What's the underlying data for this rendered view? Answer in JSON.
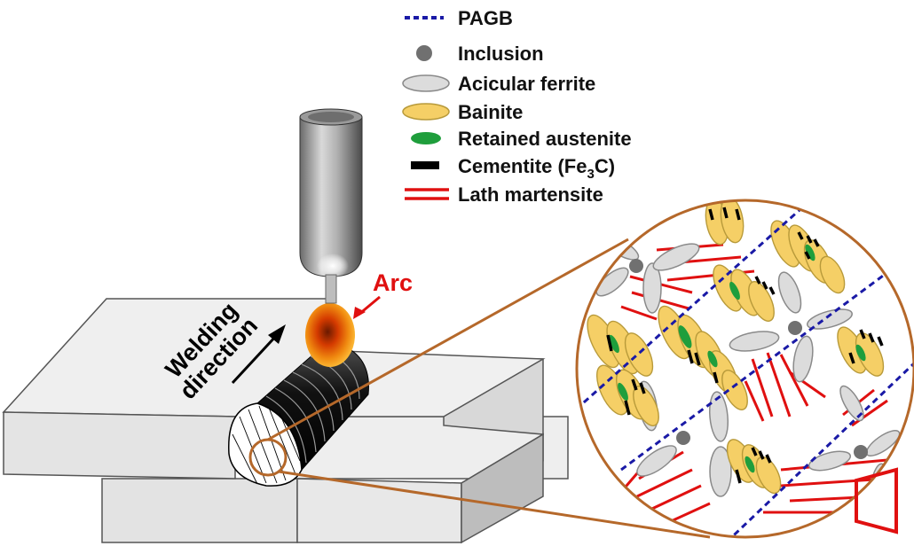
{
  "legend": [
    {
      "key": "pagb",
      "label": "PAGB"
    },
    {
      "key": "inclusion",
      "label": "Inclusion"
    },
    {
      "key": "acicular",
      "label": "Acicular ferrite"
    },
    {
      "key": "bainite",
      "label": "Bainite"
    },
    {
      "key": "retained",
      "label": "Retained austenite"
    },
    {
      "key": "cementite",
      "label": "Cementite (Fe",
      "sub": "3",
      "tail": "C)"
    },
    {
      "key": "lath",
      "label": "Lath martensite"
    }
  ],
  "annotations": {
    "arc": "Arc",
    "welding_line1": "Welding",
    "welding_line2": "direction"
  },
  "colors": {
    "pagb": "#1a1aa6",
    "inclusion": "#707070",
    "acicular_fill": "#dcdcdc",
    "acicular_stroke": "#8a8a8a",
    "bainite_fill": "#f5cf66",
    "bainite_stroke": "#b89a3a",
    "retained": "#1f9e3c",
    "cementite": "#000000",
    "lath": "#e01010",
    "circle": "#b5682a",
    "arc_label": "#e01010"
  }
}
